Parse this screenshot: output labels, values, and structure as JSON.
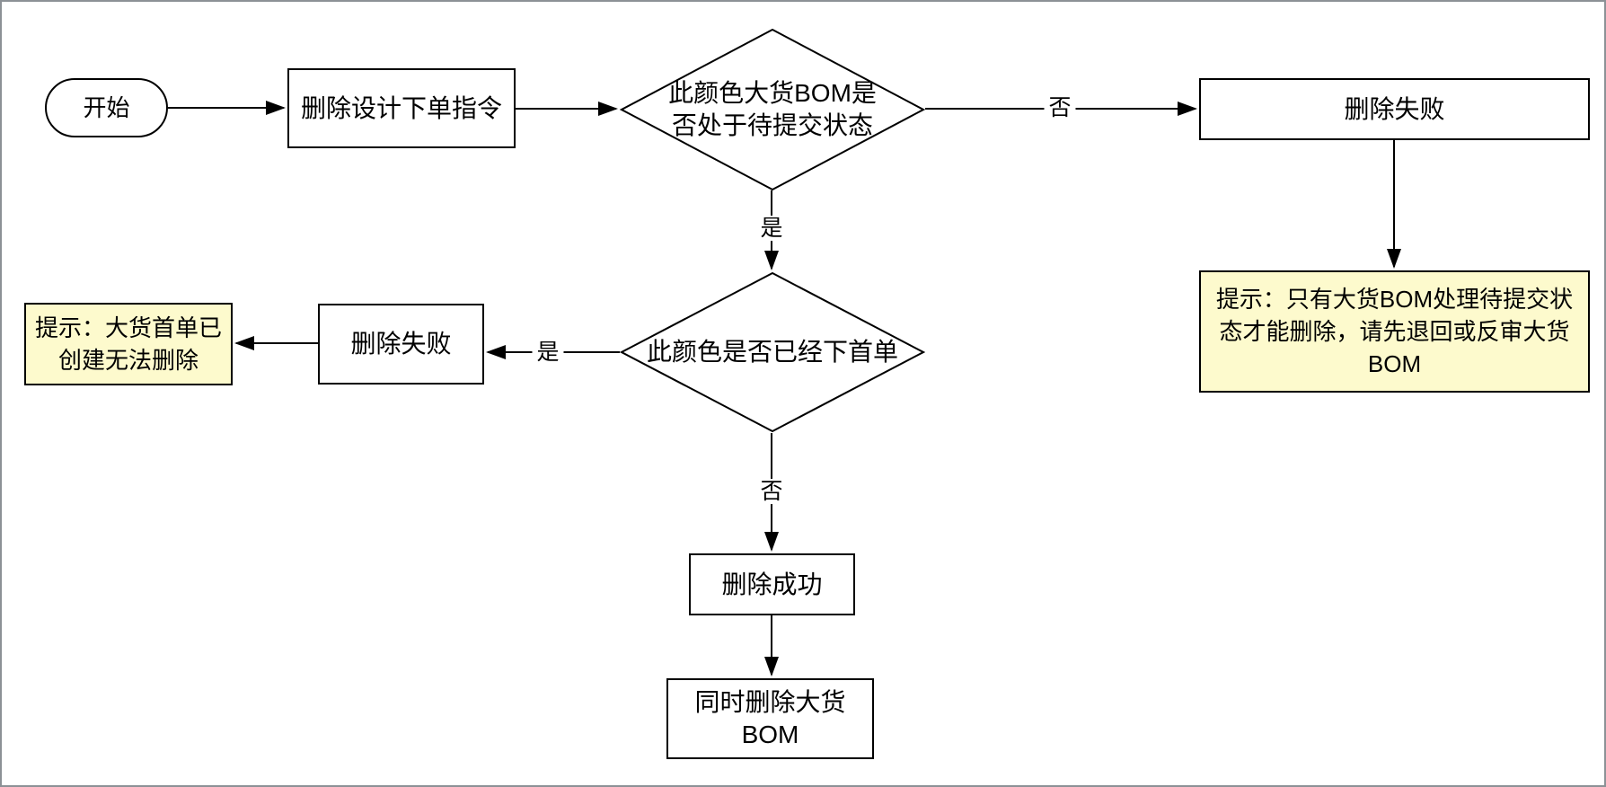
{
  "diagram": {
    "nodes": {
      "start": {
        "label": "开始"
      },
      "delete_order_instruction": {
        "label": "删除设计下单指令"
      },
      "decision_bom_pending": {
        "label": "此颜色大货BOM是\n否处于待提交状态"
      },
      "delete_failed_top": {
        "label": "删除失败"
      },
      "tip_bom_pending": {
        "label": "提示：只有大货BOM处理待提交状\n态才能删除，请先退回或反审大货\nBOM"
      },
      "decision_first_order": {
        "label": "此颜色是否已经下首单"
      },
      "delete_failed_left": {
        "label": "删除失败"
      },
      "tip_first_order": {
        "label": "提示：大货首单已\n创建无法删除"
      },
      "delete_success": {
        "label": "删除成功"
      },
      "delete_bulk_bom": {
        "label": "同时删除大货\nBOM"
      }
    },
    "edge_labels": {
      "decision1_no": "否",
      "decision1_yes": "是",
      "decision2_yes": "是",
      "decision2_no": "否"
    },
    "colors": {
      "stroke": "#000000",
      "shape_fill": "#ffffff",
      "note_fill": "#fdfacd",
      "frame": "#8c9196",
      "text": "#000000"
    }
  }
}
